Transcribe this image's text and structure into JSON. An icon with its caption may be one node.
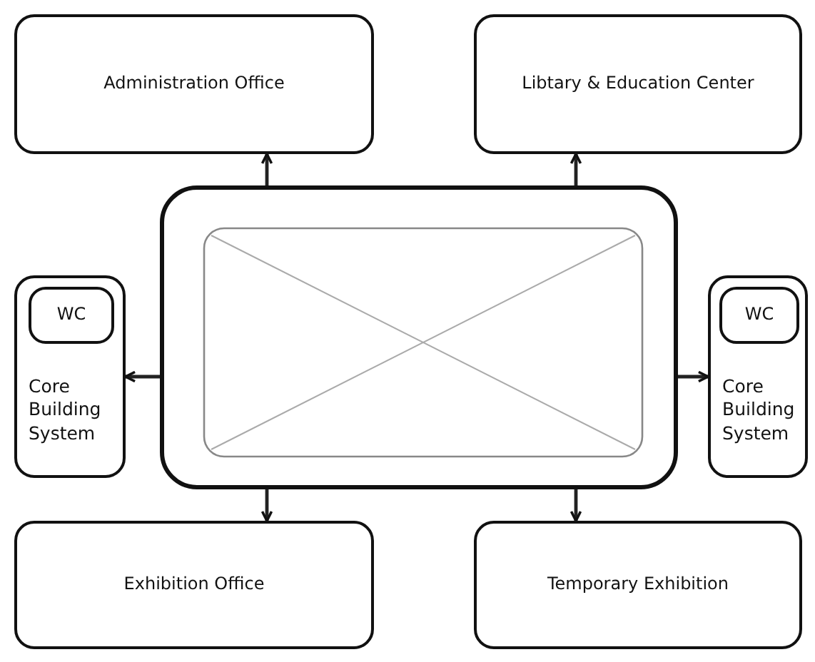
{
  "diagram": {
    "nodes": [
      {
        "text": [
          "Administration Office"
        ]
      },
      {
        "text": [
          "Libtary & Education Center"
        ]
      },
      {
        "text": [],
        "shape": "box"
      },
      {
        "text": [],
        "shape": "picture",
        "in": 2
      },
      {
        "text": [
          "Core Building System"
        ]
      },
      {
        "text": [
          "WC"
        ],
        "in": 4
      },
      {
        "text": [
          "Core Building System"
        ]
      },
      {
        "text": [
          "WC"
        ],
        "in": 6
      },
      {
        "text": [
          "Exhibition Office"
        ]
      },
      {
        "text": [
          "Temporary Exhibition"
        ]
      }
    ],
    "edges": [
      {
        "from": 2,
        "to": 0,
        "arrow": "to"
      },
      {
        "from": 2,
        "to": 1,
        "arrow": "to"
      },
      {
        "from": 2,
        "to": 4,
        "arrow": "to"
      },
      {
        "from": 2,
        "to": 6,
        "arrow": "to"
      },
      {
        "from": 2,
        "to": 8,
        "arrow": "to"
      },
      {
        "from": 2,
        "to": 9,
        "arrow": "to"
      }
    ]
  }
}
